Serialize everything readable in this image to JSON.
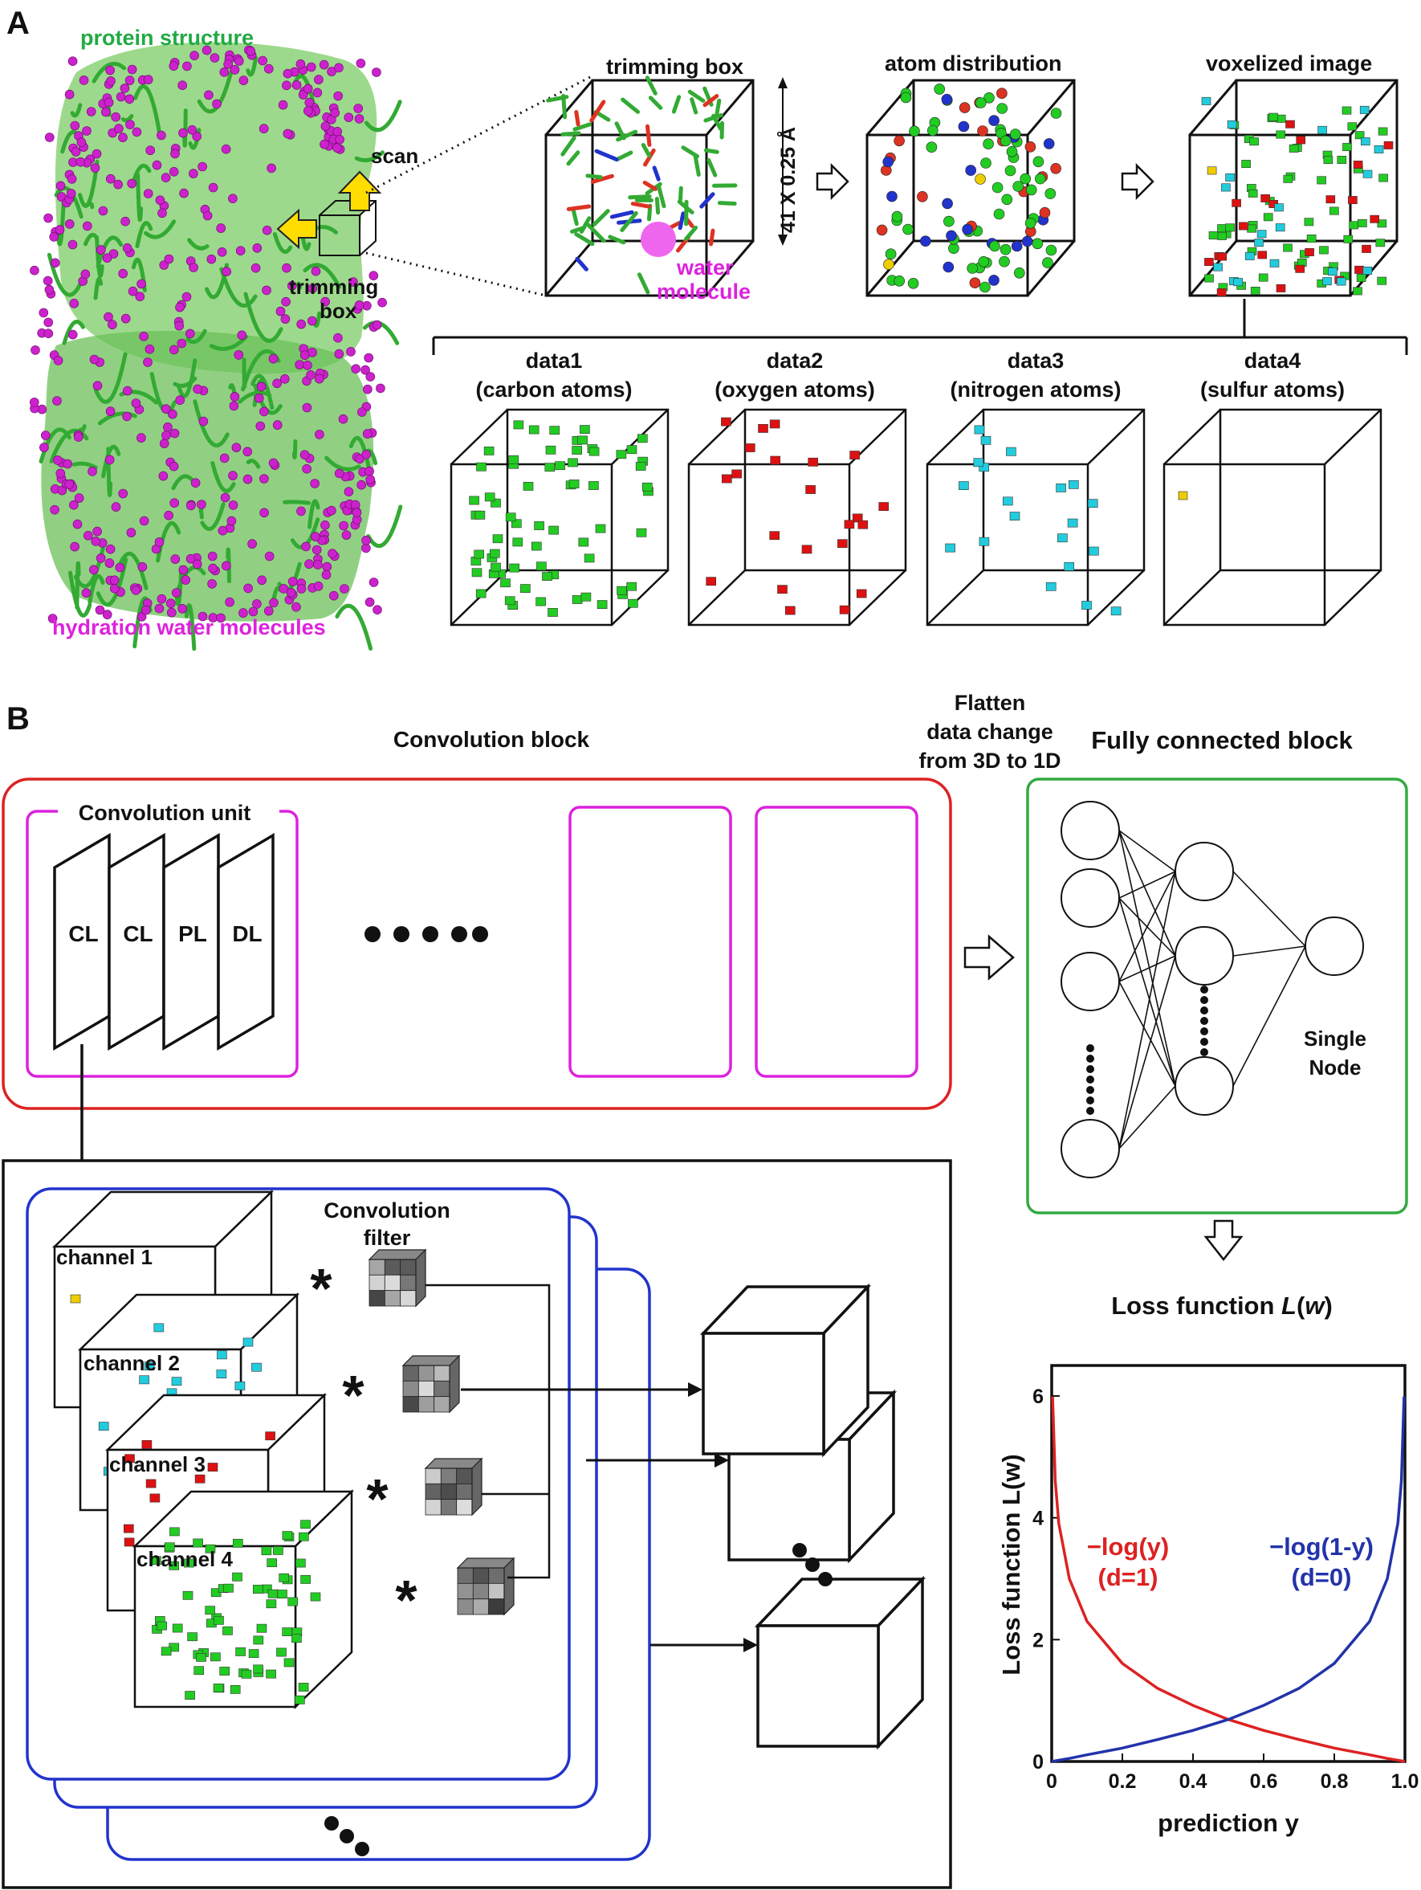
{
  "colors": {
    "carbon": "#22cc22",
    "oxygen": "#dd1111",
    "nitrogen": "#22ccdd",
    "sulfur": "#eecc00",
    "water": "#cc22cc",
    "protein": "#33aa33",
    "convolution_block": "#dd2222",
    "convolution_unit": "#dd22dd",
    "fully_connected": "#33aa44",
    "channel_box": "#2233cc",
    "arrow_yellow": "#ffdd00",
    "nitrogen_blue": "#2233cc",
    "text_green": "#22aa44",
    "text_magenta": "#dd22dd"
  },
  "panel_a": {
    "letter": "A",
    "protein_label": "protein structure",
    "water_label": "hydration water molecules",
    "scan_label": "scan",
    "trimming_box_label1": "trimming",
    "trimming_box_label2": "box",
    "trimming_box_title": "trimming box",
    "box_size": "41 X 0.25 Å",
    "water_molecule_label1": "water",
    "water_molecule_label2": "molecule",
    "atom_distribution_title": "atom distribution",
    "voxelized_title": "voxelized image",
    "data": [
      {
        "name": "data1",
        "atoms": "(carbon atoms)"
      },
      {
        "name": "data2",
        "atoms": "(oxygen atoms)"
      },
      {
        "name": "data3",
        "atoms": "(nitrogen atoms)"
      },
      {
        "name": "data4",
        "atoms": "(sulfur atoms)"
      }
    ]
  },
  "panel_b": {
    "letter": "B",
    "convolution_block_title": "Convolution block",
    "convolution_unit_title": "Convolution unit",
    "layers": [
      "CL",
      "CL",
      "PL",
      "DL"
    ],
    "flatten_line1": "Flatten",
    "flatten_line2": "data change",
    "flatten_line3": "from 3D to 1D",
    "fully_connected_title": "Fully connected block",
    "single_node_line1": "Single",
    "single_node_line2": "Node",
    "convolution_filter_line1": "Convolution",
    "convolution_filter_line2": "filter",
    "channels": [
      "channel 1",
      "channel 2",
      "channel 3",
      "channel 4"
    ],
    "loss_title_prefix": "Loss function ",
    "loss_title_var": "L",
    "loss_title_arg": "w"
  },
  "chart_data": {
    "type": "line",
    "xlabel": "prediction y",
    "ylabel": "Loss function L(w)",
    "xlim": [
      0,
      1.0
    ],
    "ylim": [
      0,
      6.5
    ],
    "xticks": [
      "0",
      "0.2",
      "0.4",
      "0.6",
      "0.8",
      "1.0"
    ],
    "yticks": [
      "0",
      "2",
      "4",
      "6"
    ],
    "grid": false,
    "series": [
      {
        "name": "−log(y)",
        "condition": "(d=1)",
        "color": "#dd2222",
        "x": [
          0.0025,
          0.01,
          0.02,
          0.05,
          0.1,
          0.2,
          0.3,
          0.4,
          0.5,
          0.6,
          0.7,
          0.8,
          0.9,
          0.95,
          0.99,
          1.0
        ],
        "y": [
          5.99,
          4.61,
          3.91,
          3.0,
          2.3,
          1.61,
          1.2,
          0.92,
          0.69,
          0.51,
          0.36,
          0.22,
          0.11,
          0.05,
          0.01,
          0.0
        ]
      },
      {
        "name": "−log(1-y)",
        "condition": "(d=0)",
        "color": "#2233aa",
        "x": [
          0.0,
          0.01,
          0.05,
          0.1,
          0.2,
          0.3,
          0.4,
          0.5,
          0.6,
          0.7,
          0.8,
          0.9,
          0.95,
          0.98,
          0.99,
          0.9975
        ],
        "y": [
          0.0,
          0.01,
          0.05,
          0.11,
          0.22,
          0.36,
          0.51,
          0.69,
          0.92,
          1.2,
          1.61,
          2.3,
          3.0,
          3.91,
          4.61,
          5.99
        ]
      }
    ]
  }
}
